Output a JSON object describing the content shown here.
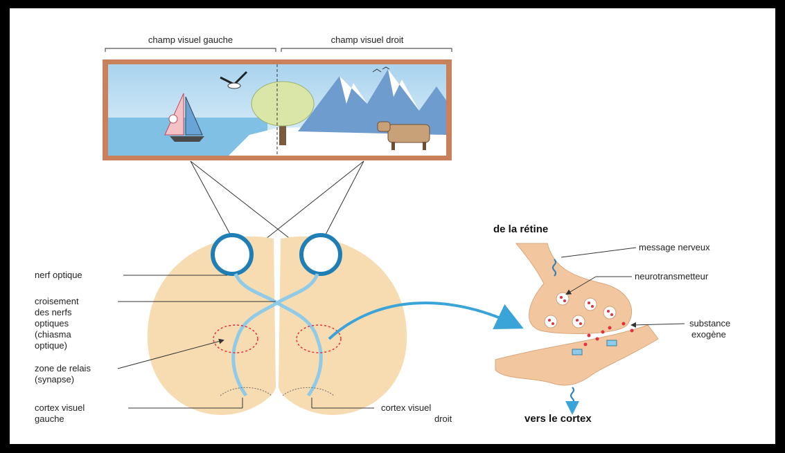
{
  "header": {
    "left_field": "champ visuel gauche",
    "right_field": "champ visuel droit"
  },
  "brain_labels": {
    "optic_nerve": "nerf optique",
    "chiasma": [
      "croisement",
      "des nerfs",
      "optiques",
      "(chiasma",
      "optique)"
    ],
    "relay": [
      "zone de relais",
      "(synapse)"
    ],
    "left_cortex": [
      "cortex visuel",
      "gauche"
    ],
    "right_cortex": [
      "cortex visuel",
      "droit"
    ]
  },
  "synapse_labels": {
    "from_retina": "de la rétine",
    "nerve_message": "message nerveux",
    "neurotransmitter": "neurotransmetteur",
    "exogenous": [
      "substance",
      "exogène"
    ],
    "to_cortex": "vers le cortex"
  },
  "colors": {
    "brain": "#f7dcb2",
    "eye": "#1f7fb4",
    "nerve": "#8fcbe8",
    "synapse": "#f2c7a0",
    "dots": "#e1303e",
    "arrow": "#3aa3d8"
  }
}
